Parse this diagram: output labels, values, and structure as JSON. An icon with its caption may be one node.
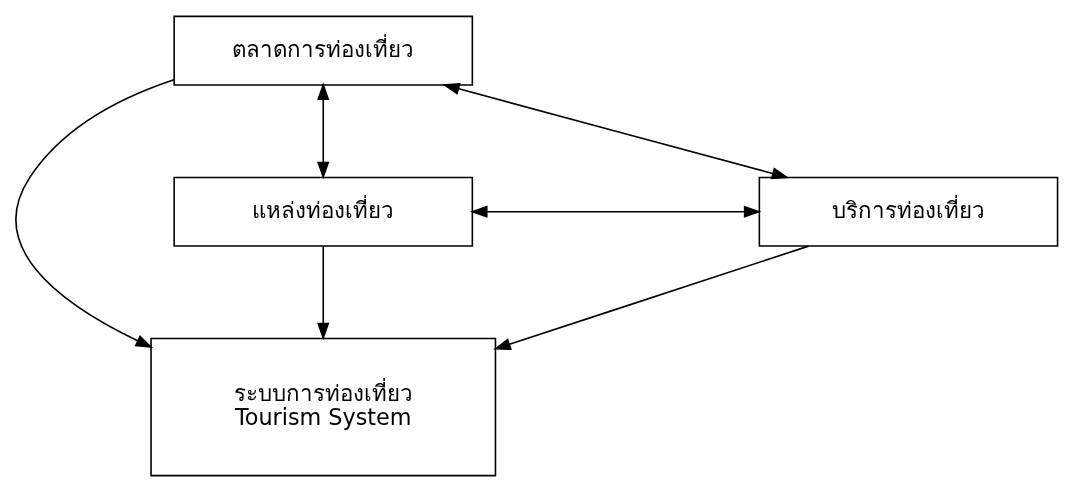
{
  "diagram": {
    "nodes": [
      {
        "text": [
          "ตลาดการท่องเที่ยว"
        ]
      },
      {
        "text": [
          "ระบบการท่องเที่ยว",
          "Tourism System"
        ]
      },
      {
        "text": [
          "แหล่งท่องเที่ยว"
        ]
      },
      {
        "text": [
          "บริการท่องเที่ยว"
        ]
      }
    ],
    "edges": [
      {
        "from": 0,
        "to": 1,
        "arrow": "to"
      },
      {
        "from": 0,
        "to": 2,
        "arrow": "both"
      },
      {
        "from": 0,
        "to": 3,
        "arrow": "both"
      },
      {
        "from": 2,
        "to": 1,
        "arrow": "to"
      },
      {
        "from": 3,
        "to": 1,
        "arrow": "to"
      },
      {
        "from": 2,
        "to": 3,
        "arrow": "both"
      }
    ]
  }
}
